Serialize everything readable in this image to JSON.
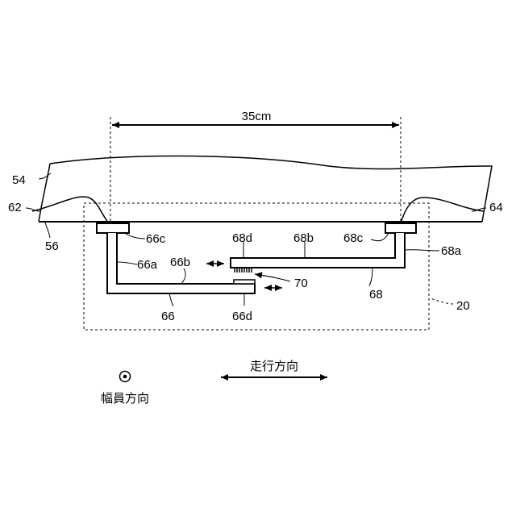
{
  "figure": {
    "dimension_label": "35cm",
    "labels": {
      "l54": "54",
      "l62": "62",
      "l56": "56",
      "l64": "64",
      "l66c": "66c",
      "l66a": "66a",
      "l66b": "66b",
      "l66": "66",
      "l66d": "66d",
      "l68d": "68d",
      "l68b": "68b",
      "l68c": "68c",
      "l68a": "68a",
      "l68": "68",
      "l70": "70",
      "l20": "20"
    },
    "travel_direction": "走行方向",
    "width_direction": "幅員方向",
    "colors": {
      "line": "#000000",
      "background": "#ffffff"
    }
  }
}
